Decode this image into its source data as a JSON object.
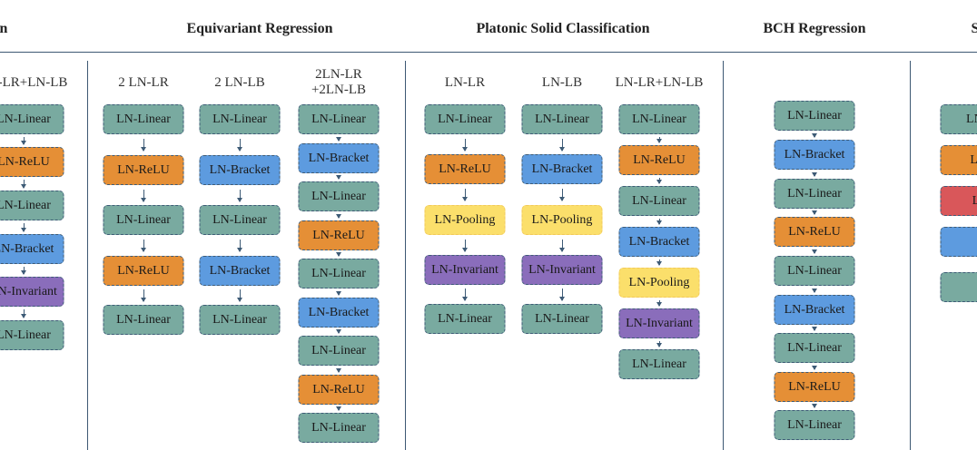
{
  "headers": [
    "n",
    "Equivariant Regression",
    "Platonic Solid Classification",
    "BCH Regression",
    "S"
  ],
  "groups": [
    {
      "columns": [
        {
          "label": [
            "LN-LR+LN-LB"
          ],
          "blocks": [
            {
              "text": "LN-Linear",
              "type": "linear"
            },
            {
              "text": "LN-ReLU",
              "type": "relu"
            },
            {
              "text": "LN-Linear",
              "type": "linear"
            },
            {
              "text": "LN-Bracket",
              "type": "bracket"
            },
            {
              "text": "LN-Invariant",
              "type": "invariant"
            },
            {
              "text": "LN-Linear",
              "type": "linear"
            }
          ]
        }
      ]
    },
    {
      "columns": [
        {
          "label": [
            "2 LN-LR"
          ],
          "blocks": [
            {
              "text": "LN-Linear",
              "type": "linear"
            },
            {
              "text": "LN-ReLU",
              "type": "relu"
            },
            {
              "text": "LN-Linear",
              "type": "linear"
            },
            {
              "text": "LN-ReLU",
              "type": "relu"
            },
            {
              "text": "LN-Linear",
              "type": "linear"
            }
          ]
        },
        {
          "label": [
            "2 LN-LB"
          ],
          "blocks": [
            {
              "text": "LN-Linear",
              "type": "linear"
            },
            {
              "text": "LN-Bracket",
              "type": "bracket"
            },
            {
              "text": "LN-Linear",
              "type": "linear"
            },
            {
              "text": "LN-Bracket",
              "type": "bracket"
            },
            {
              "text": "LN-Linear",
              "type": "linear"
            }
          ]
        },
        {
          "label": [
            "2LN-LR",
            "+2LN-LB"
          ],
          "blocks": [
            {
              "text": "LN-Linear",
              "type": "linear"
            },
            {
              "text": "LN-Bracket",
              "type": "bracket"
            },
            {
              "text": "LN-Linear",
              "type": "linear"
            },
            {
              "text": "LN-ReLU",
              "type": "relu"
            },
            {
              "text": "LN-Linear",
              "type": "linear"
            },
            {
              "text": "LN-Bracket",
              "type": "bracket"
            },
            {
              "text": "LN-Linear",
              "type": "linear"
            },
            {
              "text": "LN-ReLU",
              "type": "relu"
            },
            {
              "text": "LN-Linear",
              "type": "linear"
            }
          ]
        }
      ]
    },
    {
      "columns": [
        {
          "label": [
            "LN-LR"
          ],
          "blocks": [
            {
              "text": "LN-Linear",
              "type": "linear"
            },
            {
              "text": "LN-ReLU",
              "type": "relu"
            },
            {
              "text": "LN-Pooling",
              "type": "pooling"
            },
            {
              "text": "LN-Invariant",
              "type": "invariant"
            },
            {
              "text": "LN-Linear",
              "type": "linear"
            }
          ]
        },
        {
          "label": [
            "LN-LB"
          ],
          "blocks": [
            {
              "text": "LN-Linear",
              "type": "linear"
            },
            {
              "text": "LN-Bracket",
              "type": "bracket"
            },
            {
              "text": "LN-Pooling",
              "type": "pooling"
            },
            {
              "text": "LN-Invariant",
              "type": "invariant"
            },
            {
              "text": "LN-Linear",
              "type": "linear"
            }
          ]
        },
        {
          "label": [
            "LN-LR+LN-LB"
          ],
          "blocks": [
            {
              "text": "LN-Linear",
              "type": "linear"
            },
            {
              "text": "LN-ReLU",
              "type": "relu"
            },
            {
              "text": "LN-Linear",
              "type": "linear"
            },
            {
              "text": "LN-Bracket",
              "type": "bracket"
            },
            {
              "text": "LN-Pooling",
              "type": "pooling"
            },
            {
              "text": "LN-Invariant",
              "type": "invariant"
            },
            {
              "text": "LN-Linear",
              "type": "linear"
            }
          ]
        }
      ]
    },
    {
      "columns": [
        {
          "label": [],
          "blocks": [
            {
              "text": "LN-Linear",
              "type": "linear"
            },
            {
              "text": "LN-Bracket",
              "type": "bracket"
            },
            {
              "text": "LN-Linear",
              "type": "linear"
            },
            {
              "text": "LN-ReLU",
              "type": "relu"
            },
            {
              "text": "LN-Linear",
              "type": "linear"
            },
            {
              "text": "LN-Bracket",
              "type": "bracket"
            },
            {
              "text": "LN-Linear",
              "type": "linear"
            },
            {
              "text": "LN-ReLU",
              "type": "relu"
            },
            {
              "text": "LN-Linear",
              "type": "linear"
            }
          ]
        }
      ]
    },
    {
      "columns": [
        {
          "label": [],
          "blocks": [
            {
              "text": "LN-L",
              "type": "linear"
            },
            {
              "text": "LN-",
              "type": "relu"
            },
            {
              "text": "LN",
              "type": "red"
            },
            {
              "text": "",
              "type": "bracket"
            },
            {
              "text": "",
              "type": "linear"
            }
          ]
        }
      ]
    }
  ]
}
